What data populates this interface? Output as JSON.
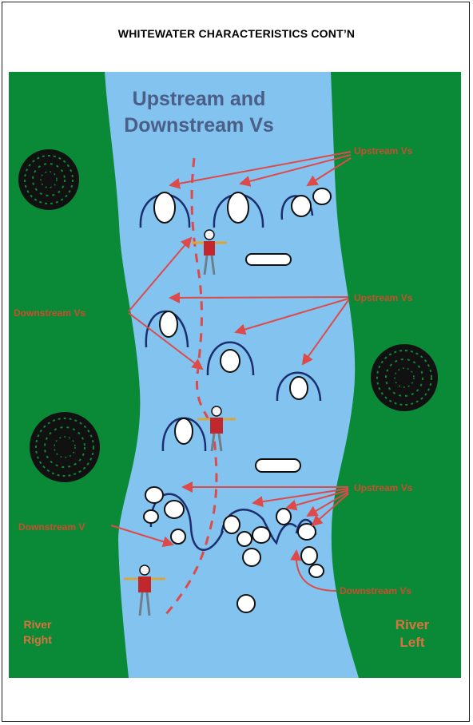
{
  "page": {
    "heading": "WHITEWATER CHARACTERISTICS CONT’N"
  },
  "diagram": {
    "title_line1": "Upstream and",
    "title_line2": "Downstream Vs",
    "labels": {
      "upstream_1": "Upstream Vs",
      "upstream_2": "Upstream Vs",
      "upstream_3": "Upstream Vs",
      "downstream_1": "Downstream Vs",
      "downstream_2": "Downstream V",
      "downstream_3": "Downstream Vs",
      "river_right_1": "River",
      "river_right_2": "Right",
      "river_left_1": "River",
      "river_left_2": "Left"
    },
    "colors": {
      "bank": "#0a8a37",
      "water": "#82c3ef",
      "arrow": "#de4a4a",
      "label": "#c84e2e",
      "title": "#4a5e87",
      "v_line": "#1c2e6f"
    }
  }
}
